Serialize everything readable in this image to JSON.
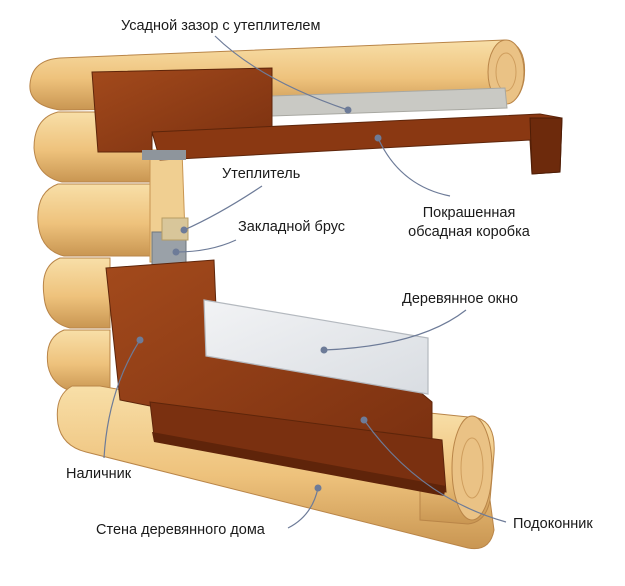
{
  "labels": {
    "shrink_gap": "Усадной зазор с утеплителем",
    "insulation": "Утеплитель",
    "embedded_beam": "Закладной брус",
    "painted_casing_line1": "Покрашенная",
    "painted_casing_line2": "обсадная коробка",
    "wooden_window": "Деревянное окно",
    "trim": "Наличник",
    "windowsill": "Подоконник",
    "house_wall": "Стена деревянного дома"
  },
  "colors": {
    "log_light": "#f4d396",
    "log_mid": "#e7b86e",
    "log_shadow": "#c99652",
    "brown": "#8e3d14",
    "brown_dark": "#6a2a0c",
    "leader": "#6d7b98"
  }
}
